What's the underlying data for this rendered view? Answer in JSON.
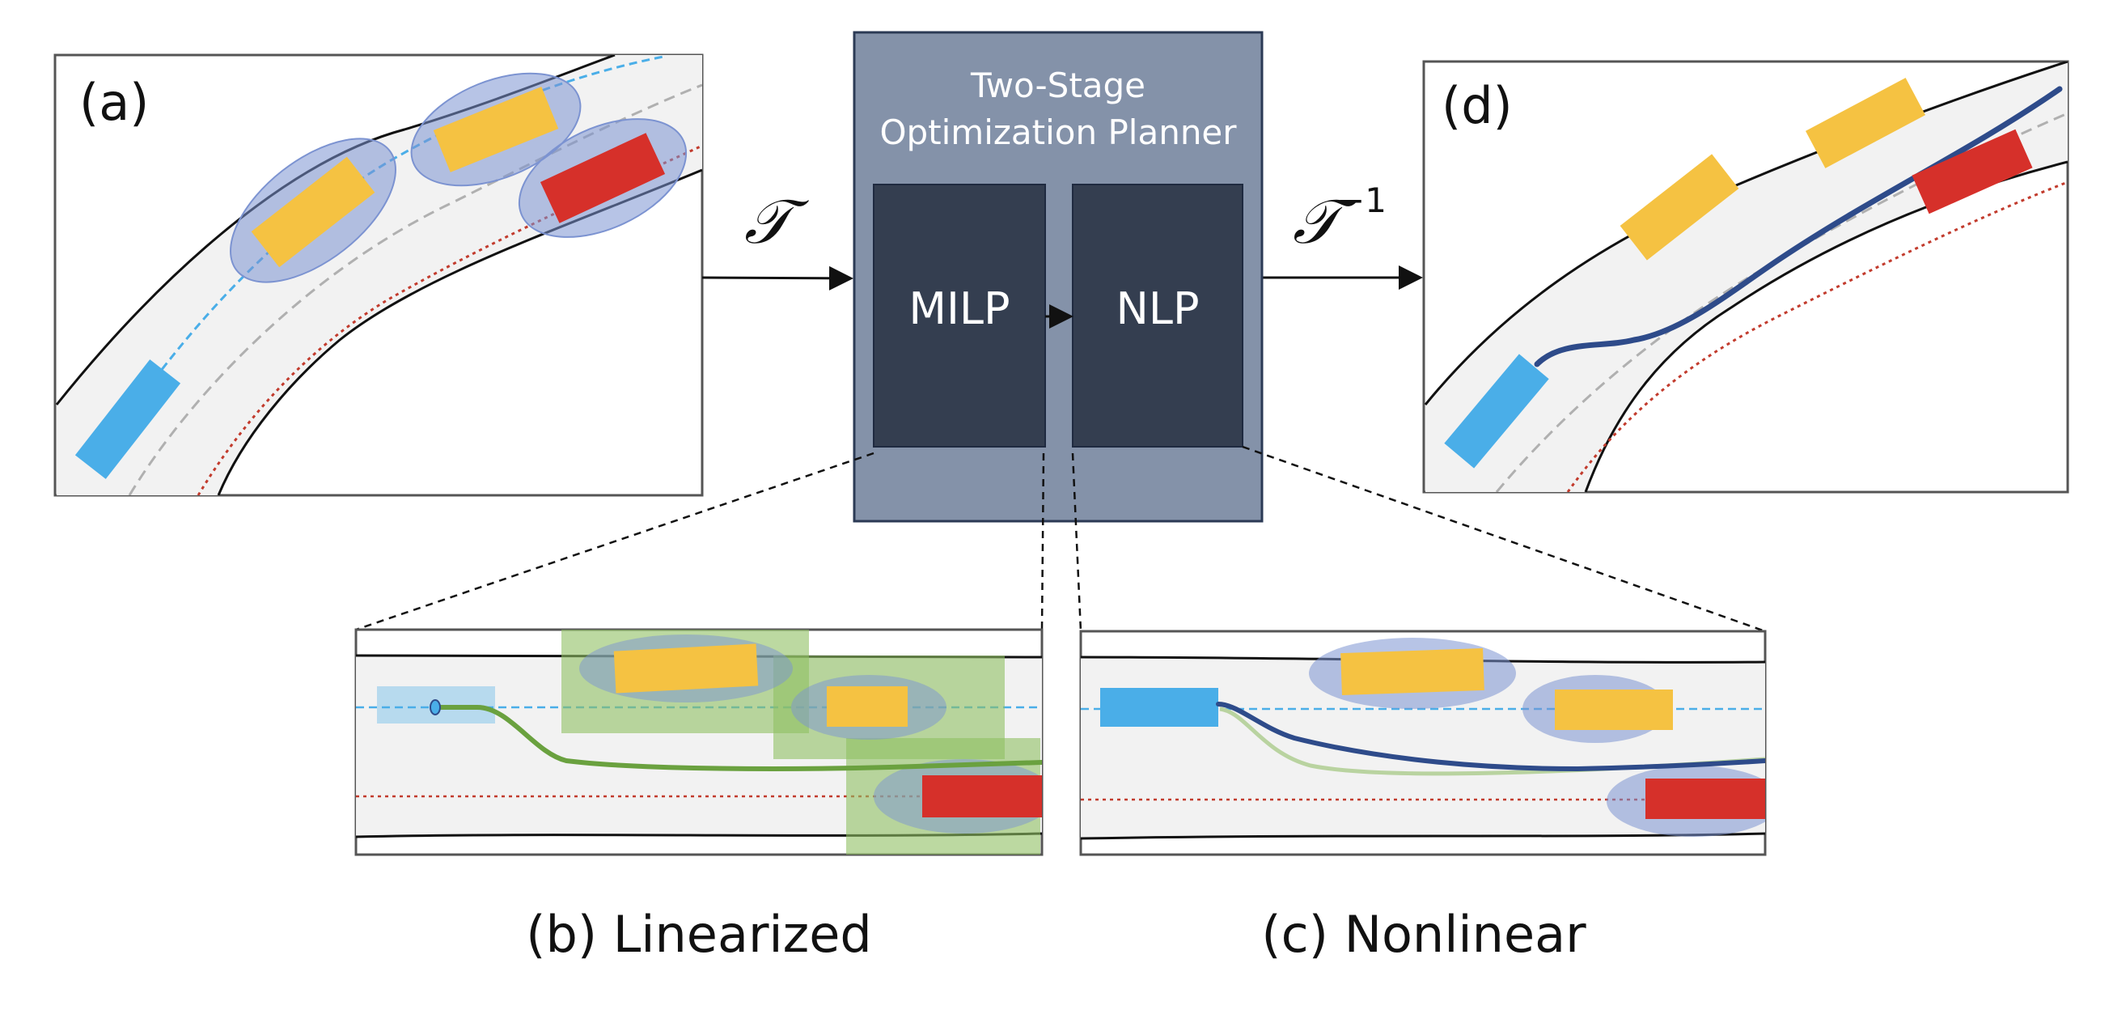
{
  "panels": {
    "a": {
      "label": "(a)"
    },
    "d": {
      "label": "(d)"
    },
    "b": {
      "caption": "(b) Linearized"
    },
    "c": {
      "caption": "(c) Nonlinear"
    }
  },
  "planner": {
    "title_line1": "Two-Stage",
    "title_line2": "Optimization Planner",
    "stage1": "MILP",
    "stage2": "NLP"
  },
  "transforms": {
    "forward": "𝒯",
    "inverse_base": "𝒯",
    "inverse_sup": "−1"
  },
  "colors": {
    "road": "#f2f2f2",
    "road_edge": "#111111",
    "panel_border": "#555555",
    "ego": "#4aaee8",
    "obstacle_yellow": "#f5c242",
    "obstacle_red": "#d6302a",
    "uncertainty": "#7c93d1",
    "milp_region": "#8fbf63",
    "milp_path": "#6aa13f",
    "nlp_path": "#2e4b8a",
    "planner_bg": "#8492a9",
    "stage_bg": "#343e50",
    "ref_lane": "#4aaee8",
    "center_line": "#b0b0b0",
    "red_lane": "#c23b2d"
  }
}
